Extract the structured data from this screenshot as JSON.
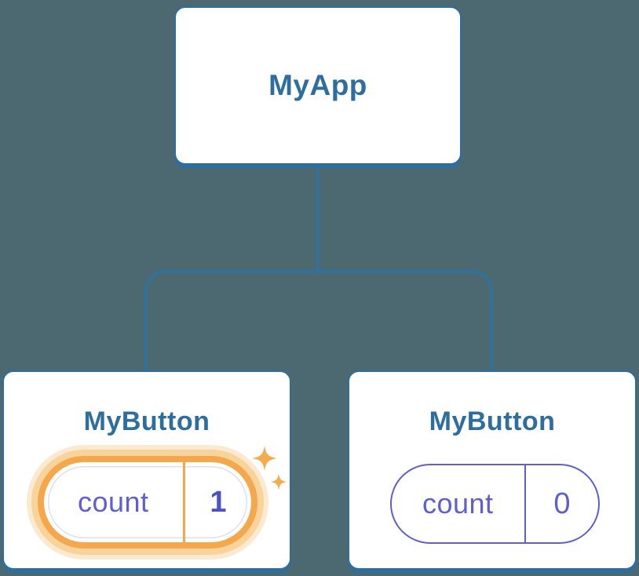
{
  "colors": {
    "background": "#4C6972",
    "card_bg": "#FFFFFF",
    "node_blue": "#2E6E9E",
    "line_blue": "#2E739F",
    "purple": "#5E5FD0",
    "purple_bold": "#4E50C6",
    "orange": "#F4A74B",
    "orange_glow": "#F8D49C",
    "orange_glow_outer": "#FBEAD0",
    "sparkle": "#F5AC4E"
  },
  "tree": {
    "root": {
      "title": "MyApp"
    },
    "children": [
      {
        "title": "MyButton",
        "pill": {
          "label": "count",
          "value": "1"
        },
        "highlighted": true
      },
      {
        "title": "MyButton",
        "pill": {
          "label": "count",
          "value": "0"
        },
        "highlighted": false
      }
    ]
  },
  "icons": {
    "sparkle_large": "four-point-sparkle",
    "sparkle_small": "four-point-sparkle"
  }
}
